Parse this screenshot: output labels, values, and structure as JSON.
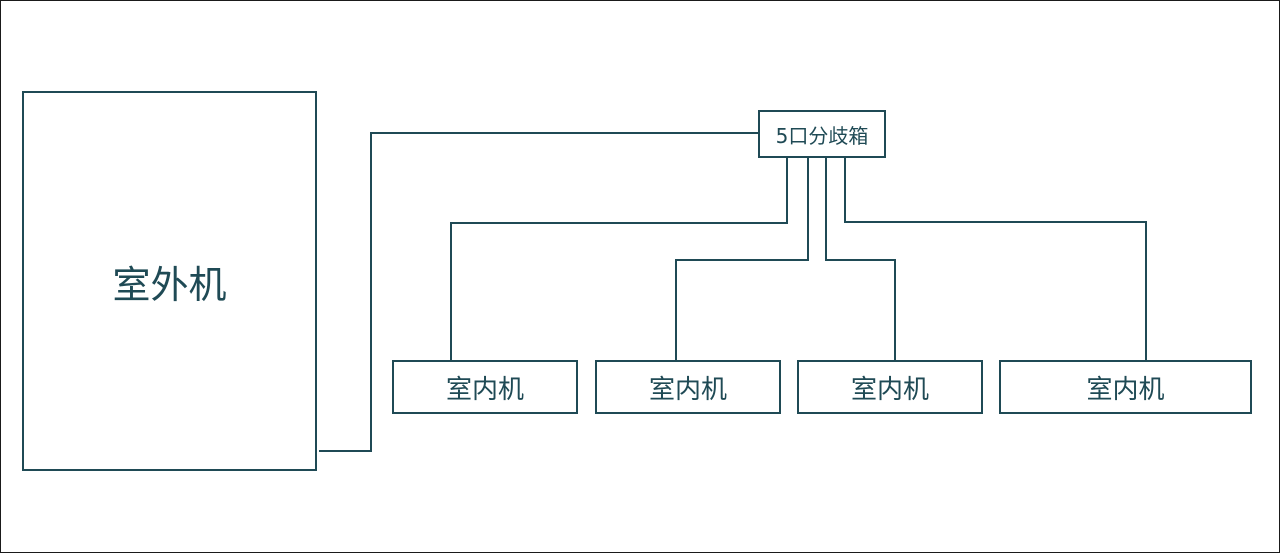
{
  "diagram": {
    "outdoor_unit": {
      "label": "室外机"
    },
    "splitter": {
      "label": "5口分歧箱"
    },
    "indoor_units": [
      {
        "label": "室内机"
      },
      {
        "label": "室内机"
      },
      {
        "label": "室内机"
      },
      {
        "label": "室内机"
      }
    ],
    "colors": {
      "stroke": "#1f4a55",
      "text": "#1f4a55",
      "background": "#ffffff"
    }
  }
}
